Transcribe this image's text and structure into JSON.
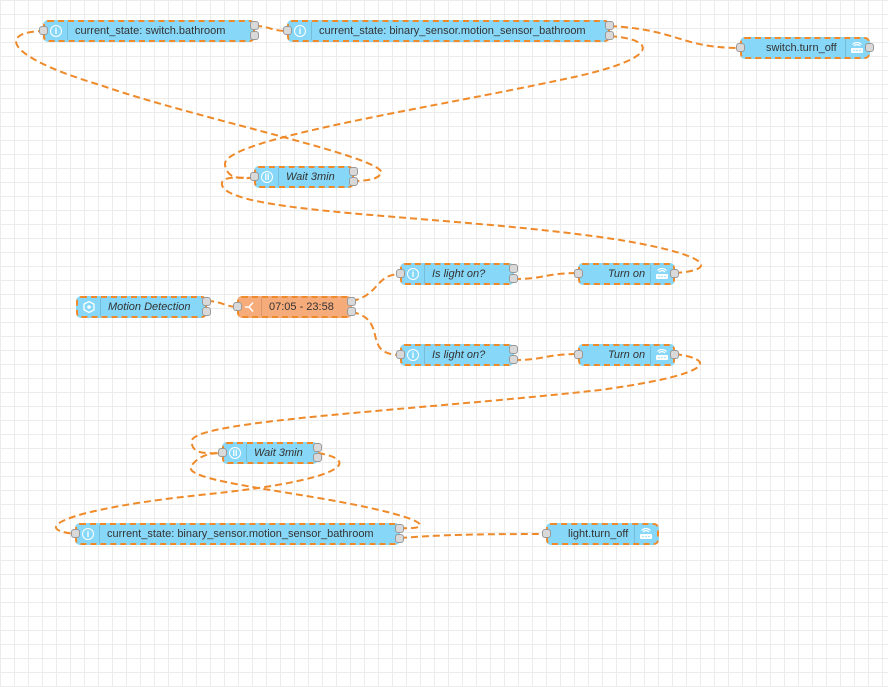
{
  "canvas": {
    "grid_color": "#ececec",
    "wire_color": "#ef8a2a",
    "node_color": "#87d8f8",
    "switch_node_color": "#f6ab7b"
  },
  "nodes": {
    "current_state_switch_bathroom": {
      "label": "current_state: switch.bathroom",
      "icon": "info-icon"
    },
    "current_state_motion_top": {
      "label": "current_state: binary_sensor.motion_sensor_bathroom",
      "icon": "info-icon"
    },
    "switch_turn_off": {
      "label": "switch.turn_off",
      "icon": "router-icon"
    },
    "wait_top": {
      "label": "Wait 3min",
      "icon": "pause-icon"
    },
    "motion_detection": {
      "label": "Motion Detection",
      "icon": "hex-icon"
    },
    "time_switch": {
      "label": "07:05 - 23:58",
      "icon": "split-icon"
    },
    "is_light_on_1": {
      "label": "Is light on?",
      "icon": "info-icon"
    },
    "turn_on_1": {
      "label": "Turn on",
      "icon": "router-icon"
    },
    "is_light_on_2": {
      "label": "Is light on?",
      "icon": "info-icon"
    },
    "turn_on_2": {
      "label": "Turn on",
      "icon": "router-icon"
    },
    "wait_bottom": {
      "label": "Wait 3min",
      "icon": "pause-icon"
    },
    "current_state_motion_bottom": {
      "label": "current_state: binary_sensor.motion_sensor_bathroom",
      "icon": "info-icon"
    },
    "light_turn_off": {
      "label": "light.turn_off",
      "icon": "router-icon"
    }
  }
}
